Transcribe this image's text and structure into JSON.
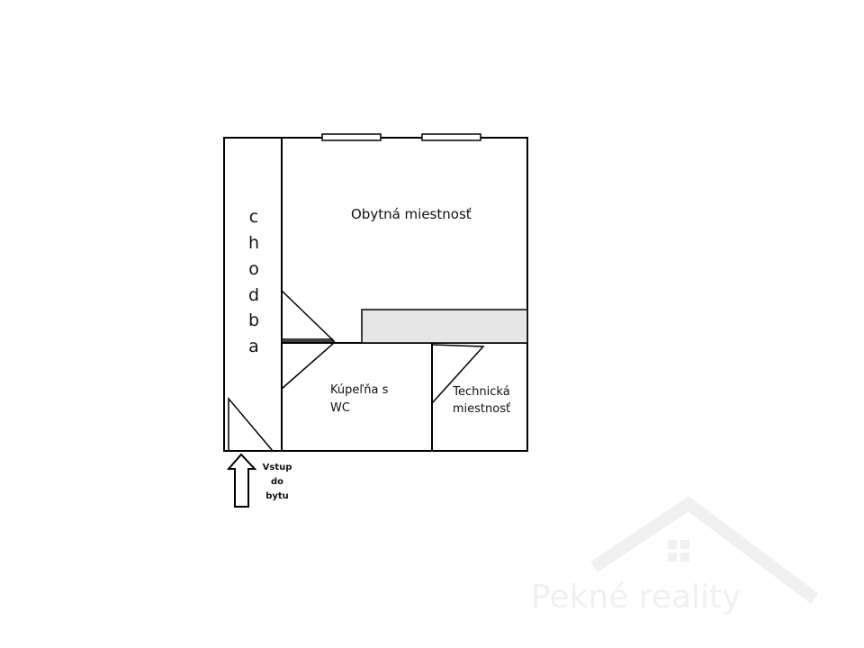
{
  "rooms": {
    "corridor_letters": [
      "c",
      "h",
      "o",
      "d",
      "b",
      "a"
    ],
    "living_room": "Obytná miestnosť",
    "bathroom": {
      "line1": "Kúpeľňa s",
      "line2": "WC"
    },
    "technical": {
      "line1": "Technická",
      "line2": "miestnosť"
    }
  },
  "entrance": {
    "line1": "Vstup",
    "line2": "do",
    "line3": "bytu"
  },
  "watermark": {
    "text": "Pekné reality"
  },
  "colors": {
    "wall": "#000000",
    "counter_fill": "#e6e6e6",
    "watermark": "#dddddd",
    "background": "#ffffff"
  }
}
